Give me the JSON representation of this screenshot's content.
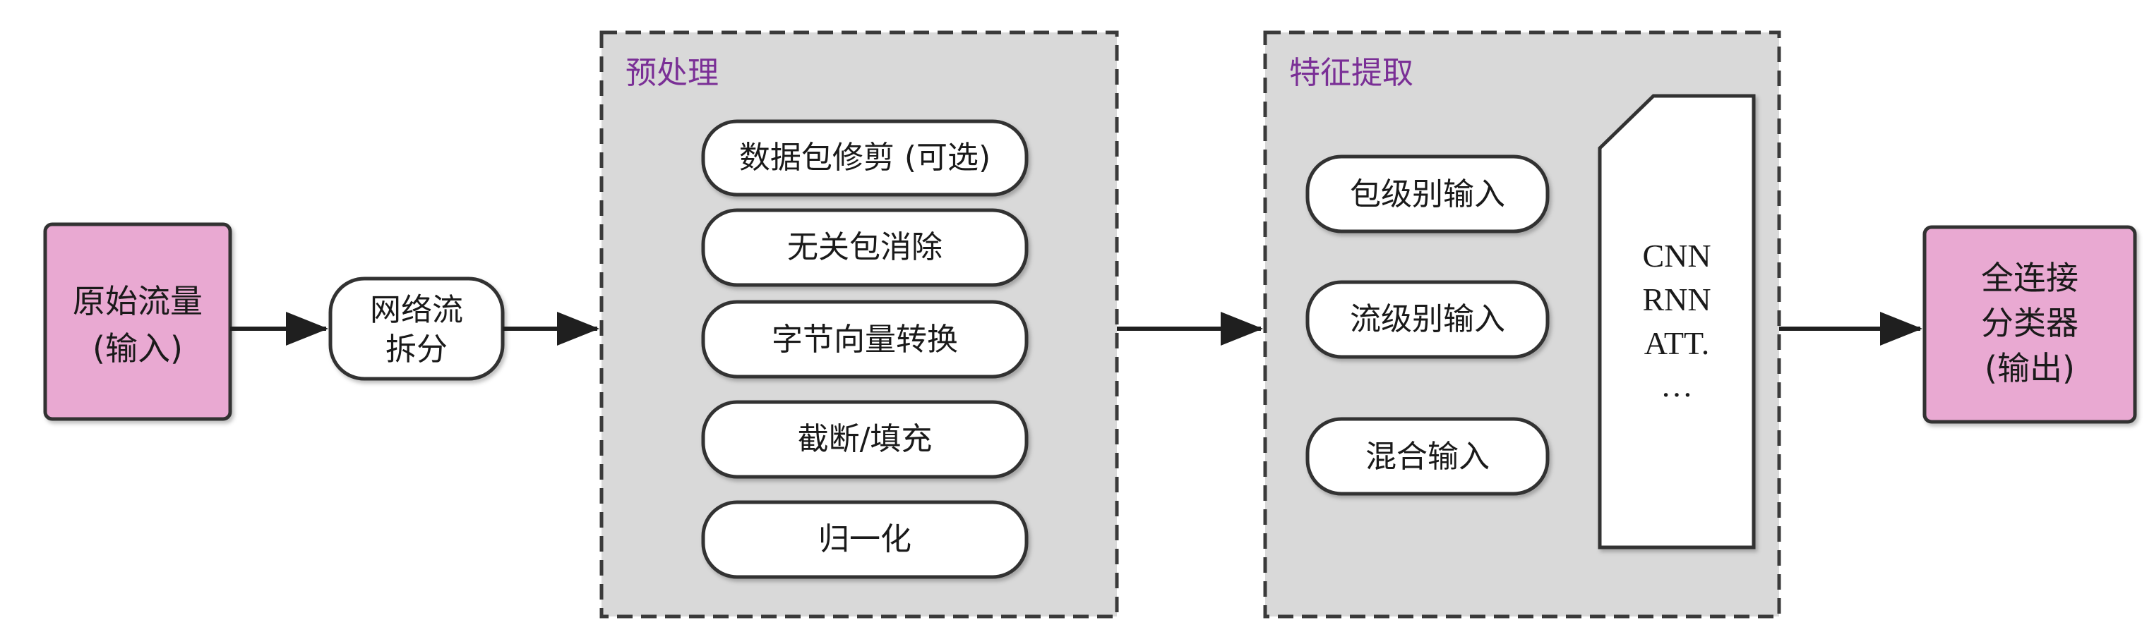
{
  "input": {
    "line1": "原始流量",
    "line2": "(输入)"
  },
  "split": {
    "line1": "网络流",
    "line2": "拆分"
  },
  "preprocess": {
    "title": "预处理",
    "steps": [
      "数据包修剪 (可选)",
      "无关包消除",
      "字节向量转换",
      "截断/填充",
      "归一化"
    ]
  },
  "feature": {
    "title": "特征提取",
    "inputs": [
      "包级别输入",
      "流级别输入",
      "混合输入"
    ],
    "models": [
      "CNN",
      "RNN",
      "ATT.",
      "…"
    ]
  },
  "output": {
    "line1": "全连接",
    "line2": "分类器",
    "line3": "(输出)"
  },
  "colors": {
    "endpoint_fill": "#e9a9d2",
    "group_fill": "#d9d9d9",
    "group_title": "#7a2f96",
    "stroke": "#333333"
  }
}
